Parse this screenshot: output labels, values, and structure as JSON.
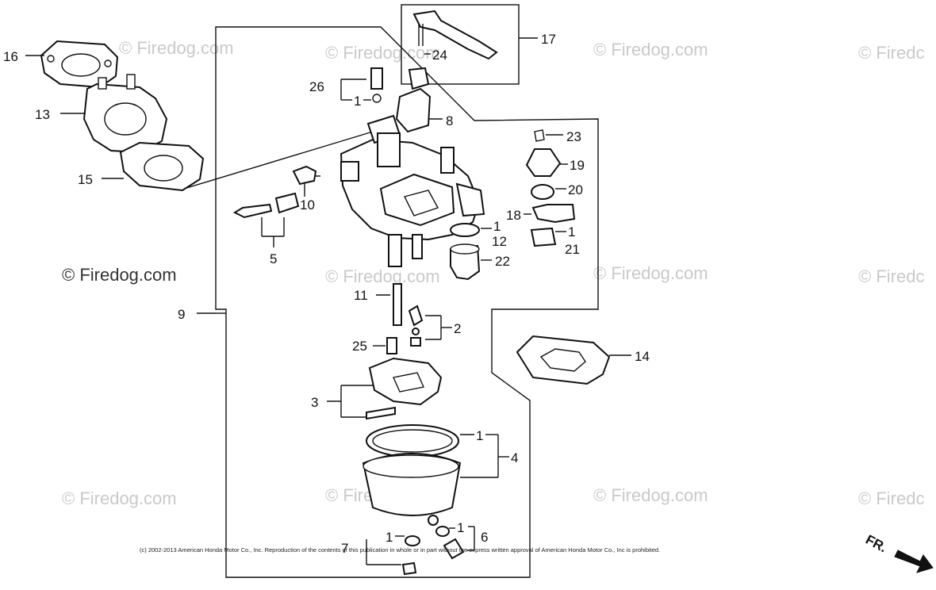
{
  "watermark": {
    "text": "© Firedog.com",
    "partial": "© Firedc"
  },
  "copyright": "(c) 2002-2013 American Honda Motor Co., Inc. Reproduction of the contents of this publication in whole or in part without the express written approval of American Honda Motor Co., Inc is prohibited.",
  "front_indicator": "FR.",
  "callouts": {
    "c1a": "1",
    "c1b": "1",
    "c1c": "1",
    "c1d": "1",
    "c1e": "1",
    "c1f": "1",
    "c2": "2",
    "c3": "3",
    "c4": "4",
    "c5": "5",
    "c6": "6",
    "c7": "7",
    "c8": "8",
    "c9": "9",
    "c10": "10",
    "c11": "11",
    "c12": "12",
    "c13": "13",
    "c14": "14",
    "c15": "15",
    "c16": "16",
    "c17": "17",
    "c18": "18",
    "c19": "19",
    "c20": "20",
    "c21": "21",
    "c22": "22",
    "c23": "23",
    "c24": "24",
    "c25": "25",
    "c26": "26"
  },
  "colors": {
    "line": "#111111",
    "watermark": "#c9c9c9",
    "background": "#ffffff"
  }
}
